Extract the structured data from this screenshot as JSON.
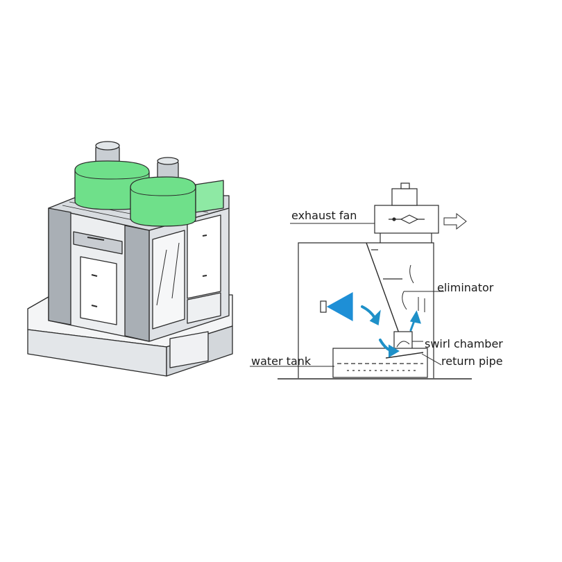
{
  "diagram": {
    "labels": {
      "exhaust_fan": "exhaust fan",
      "eliminator": "eliminator",
      "swirl_chamber": "swirl chamber",
      "water_tank": "water tank",
      "return_pipe": "return pipe"
    },
    "colors": {
      "fan_housing": "#6fe08a",
      "fan_housing_dark": "#3fb45a",
      "airflow_arrow": "#1e90c8",
      "spray_gun": "#1e8fd6",
      "line": "#2a2a2a",
      "panel": "#e9ecef",
      "panel_dark": "#9aa1a8"
    },
    "icons": [
      "spray-gun-icon",
      "airflow-arrow-icon",
      "exhaust-arrow-icon"
    ]
  }
}
